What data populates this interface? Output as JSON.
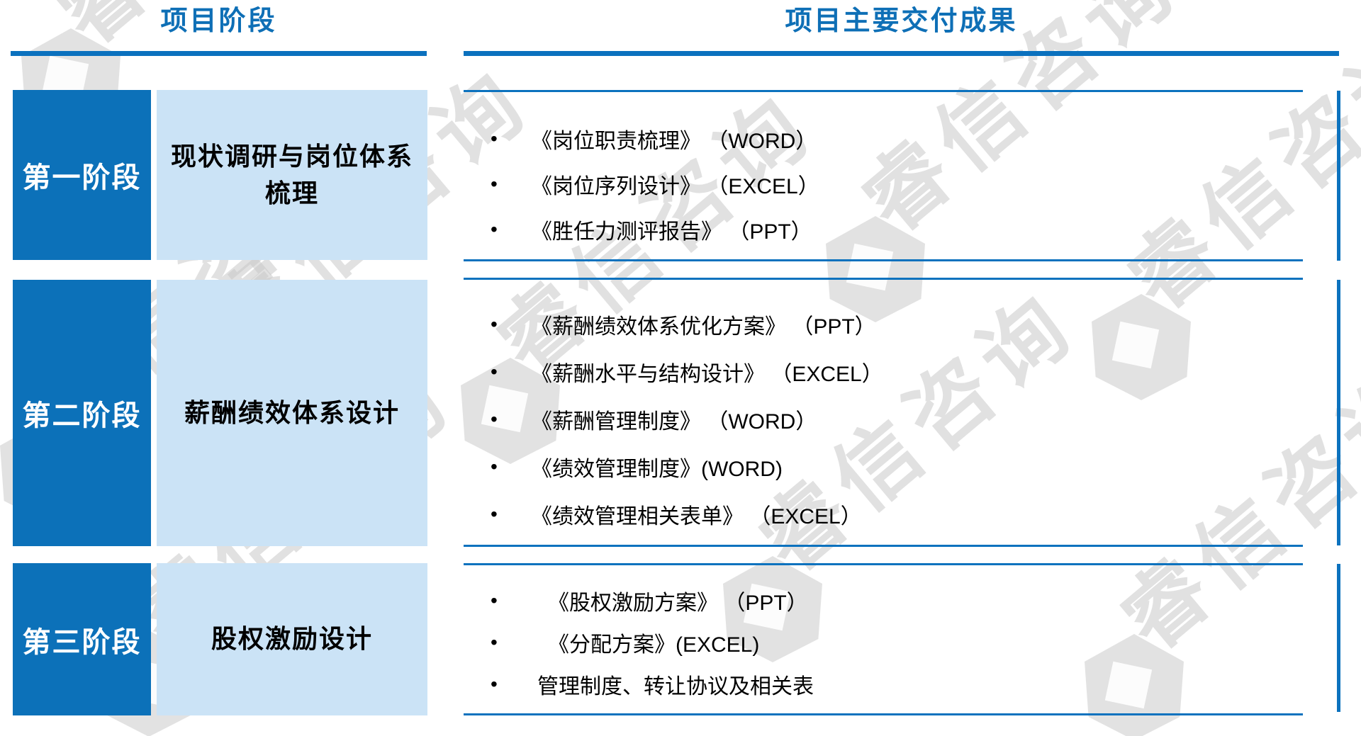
{
  "page": {
    "left_header": "项目阶段",
    "right_header": "项目主要交付成果"
  },
  "colors": {
    "accent_line": "#0C72BE",
    "stage_badge_bg": "#0C71B9",
    "stage_desc_bg": "#CBE3F6",
    "header_text": "#0E6FB6"
  },
  "watermark": {
    "text": "睿信咨询",
    "logo": "cube-logo"
  },
  "phases": [
    {
      "stage": "第一阶段",
      "title": "现状调研与岗位体系梳理",
      "deliverables": [
        "《岗位职责梳理》 （WORD）",
        "《岗位序列设计》 （EXCEL）",
        "《胜任力测评报告》 （PPT）"
      ]
    },
    {
      "stage": "第二阶段",
      "title": "薪酬绩效体系设计",
      "deliverables": [
        "《薪酬绩效体系优化方案》 （PPT）",
        "《薪酬水平与结构设计》 （EXCEL）",
        "《薪酬管理制度》 （WORD）",
        "《绩效管理制度》(WORD)",
        "《绩效管理相关表单》 （EXCEL）"
      ]
    },
    {
      "stage": "第三阶段",
      "title": "股权激励设计",
      "deliverables": [
        "《股权激励方案》 （PPT）",
        "《分配方案》(EXCEL)",
        "管理制度、转让协议及相关表"
      ]
    }
  ],
  "bullet_glyph": "•"
}
